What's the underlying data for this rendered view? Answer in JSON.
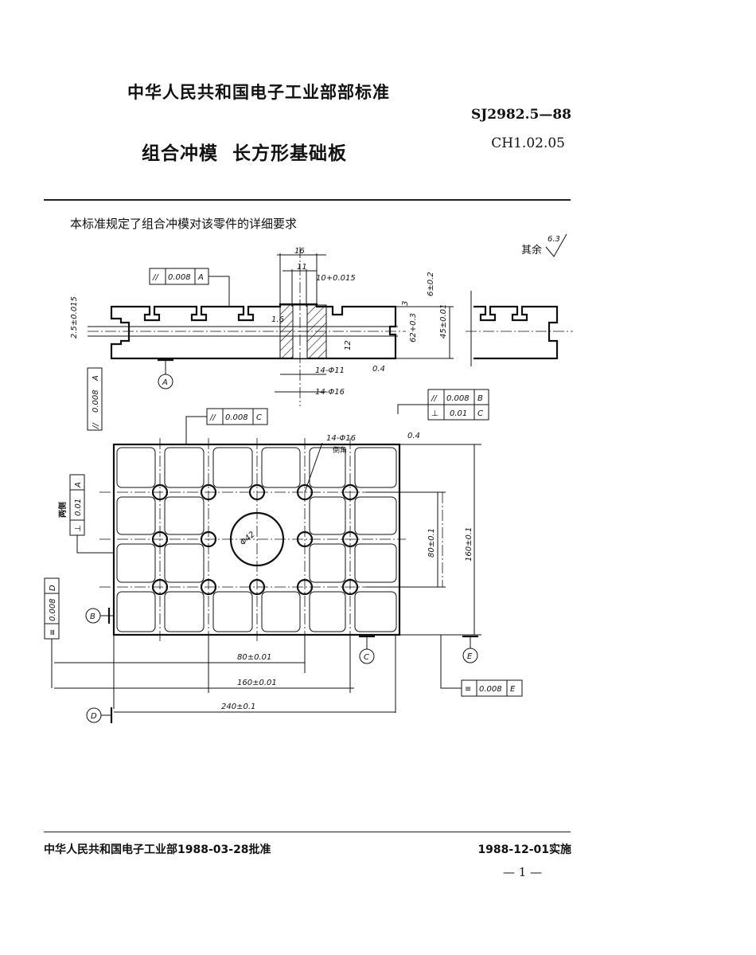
{
  "header": {
    "organization": "中华人民共和国电子工业部部标准",
    "standard_number": "SJ2982.5—88",
    "classification_code": "CH1.02.05",
    "title_part1": "组合冲模",
    "title_part2": "长方形基础板",
    "intro": "本标准规定了组合冲模对该零件的详细要求"
  },
  "drawing": {
    "roughness_note": "其余",
    "roughness_default": "6.3",
    "section_view": {
      "dim_16": "16",
      "dim_11": "11",
      "dim_10": "10+0.015",
      "dim_3": "3",
      "dim_6": "6±0.2",
      "dim_62": "62+0.3",
      "dim_45": "45±0.01",
      "dim_12": "12",
      "dim_spacer": "2.5±0.015",
      "holes_11": "14-Φ11",
      "holes_16": "14-Φ16",
      "roughness_04": "0.4",
      "roughness_16": "1.6",
      "datum_a": "A",
      "tol_parallel_a": {
        "symbol": "//",
        "value": "0.008",
        "datum": "A"
      },
      "tol_parallel_a_side": {
        "symbol": "//",
        "value": "0.008",
        "datum": "A"
      }
    },
    "plan_view": {
      "holes_label": "14-Φ16",
      "holes_note": "倒角",
      "center_hole": "Φ42",
      "dim_80_v": "80±0.1",
      "dim_160_v": "160±0.1",
      "dim_80_h": "80±0.01",
      "dim_160_h": "160±0.01",
      "dim_240": "240±0.1",
      "roughness_04": "0.4",
      "datum_b": "B",
      "datum_c": "C",
      "datum_d": "D",
      "datum_e": "E",
      "tol_parallel_c": {
        "symbol": "//",
        "value": "0.008",
        "datum": "C"
      },
      "tol_parallel_b": {
        "symbol": "//",
        "value": "0.008",
        "datum": "B"
      },
      "tol_perp_c": {
        "symbol": "⊥",
        "value": "0.01",
        "datum": "C"
      },
      "tol_perp_a": {
        "symbol": "⊥",
        "value": "0.01",
        "datum": "A",
        "note": "两侧"
      },
      "tol_sym_d": {
        "symbol": "≡",
        "value": "0.008",
        "datum": "D"
      },
      "tol_sym_e": {
        "symbol": "≡",
        "value": "0.008",
        "datum": "E"
      }
    }
  },
  "footer": {
    "approval": "中华人民共和国电子工业部1988-03-28批准",
    "effective": "1988-12-01实施",
    "page": "— 1 —"
  }
}
